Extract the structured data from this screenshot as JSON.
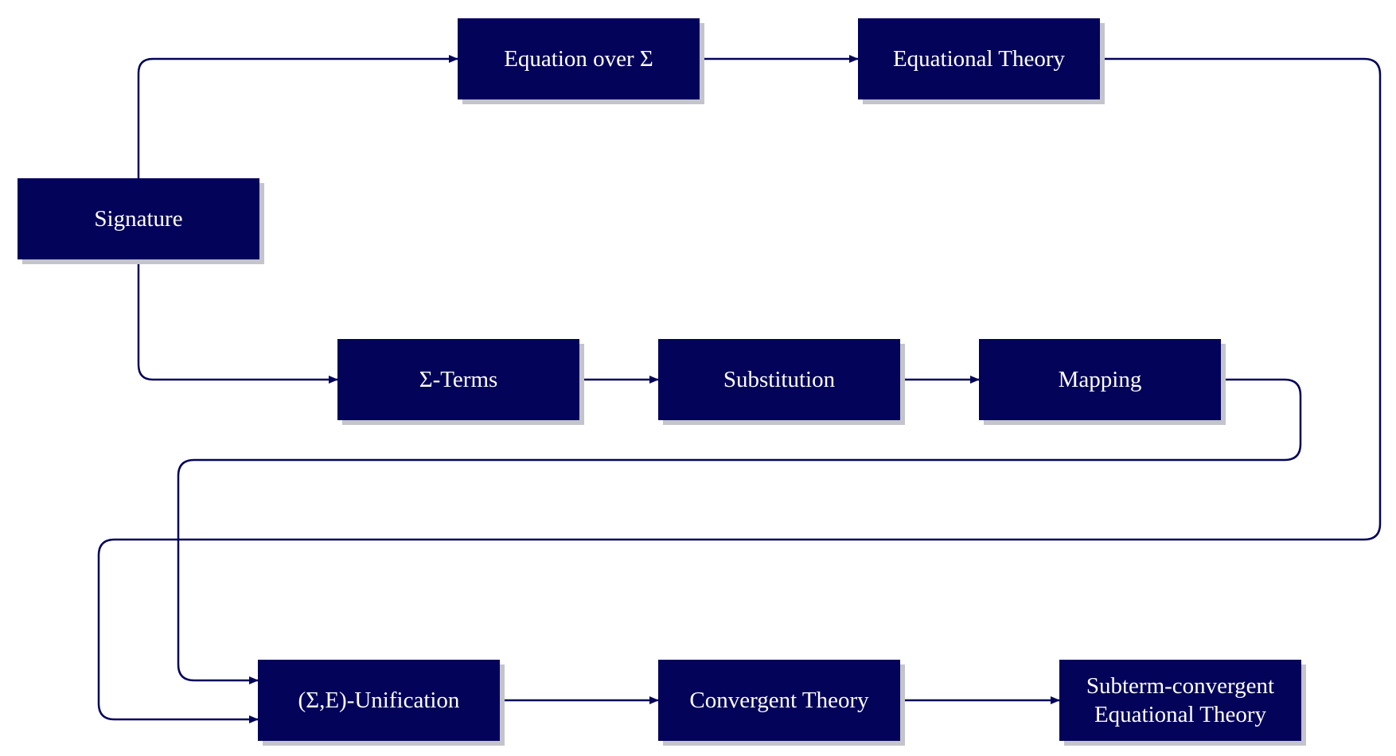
{
  "colors": {
    "node_fill": "#03035a",
    "node_text": "#ffffff",
    "edge": "#03035a",
    "shadow": "#c4c4cc"
  },
  "nodes": {
    "signature": "Signature",
    "equation_over_sigma": "Equation over Σ",
    "equational_theory": "Equational Theory",
    "sigma_terms": "Σ-Terms",
    "substitution": "Substitution",
    "mapping": "Mapping",
    "sigma_e_unification": "(Σ,E)-Unification",
    "convergent_theory": "Convergent Theory",
    "subterm_convergent": "Subterm-convergent\nEquational Theory"
  },
  "edges": [
    {
      "from": "Signature",
      "to": "Equation over Σ"
    },
    {
      "from": "Equation over Σ",
      "to": "Equational Theory"
    },
    {
      "from": "Signature",
      "to": "Σ-Terms"
    },
    {
      "from": "Σ-Terms",
      "to": "Substitution"
    },
    {
      "from": "Substitution",
      "to": "Mapping"
    },
    {
      "from": "Mapping",
      "to": "(Σ,E)-Unification"
    },
    {
      "from": "Equational Theory",
      "to": "(Σ,E)-Unification"
    },
    {
      "from": "(Σ,E)-Unification",
      "to": "Convergent Theory"
    },
    {
      "from": "Convergent Theory",
      "to": "Subterm-convergent\nEquational Theory"
    }
  ]
}
